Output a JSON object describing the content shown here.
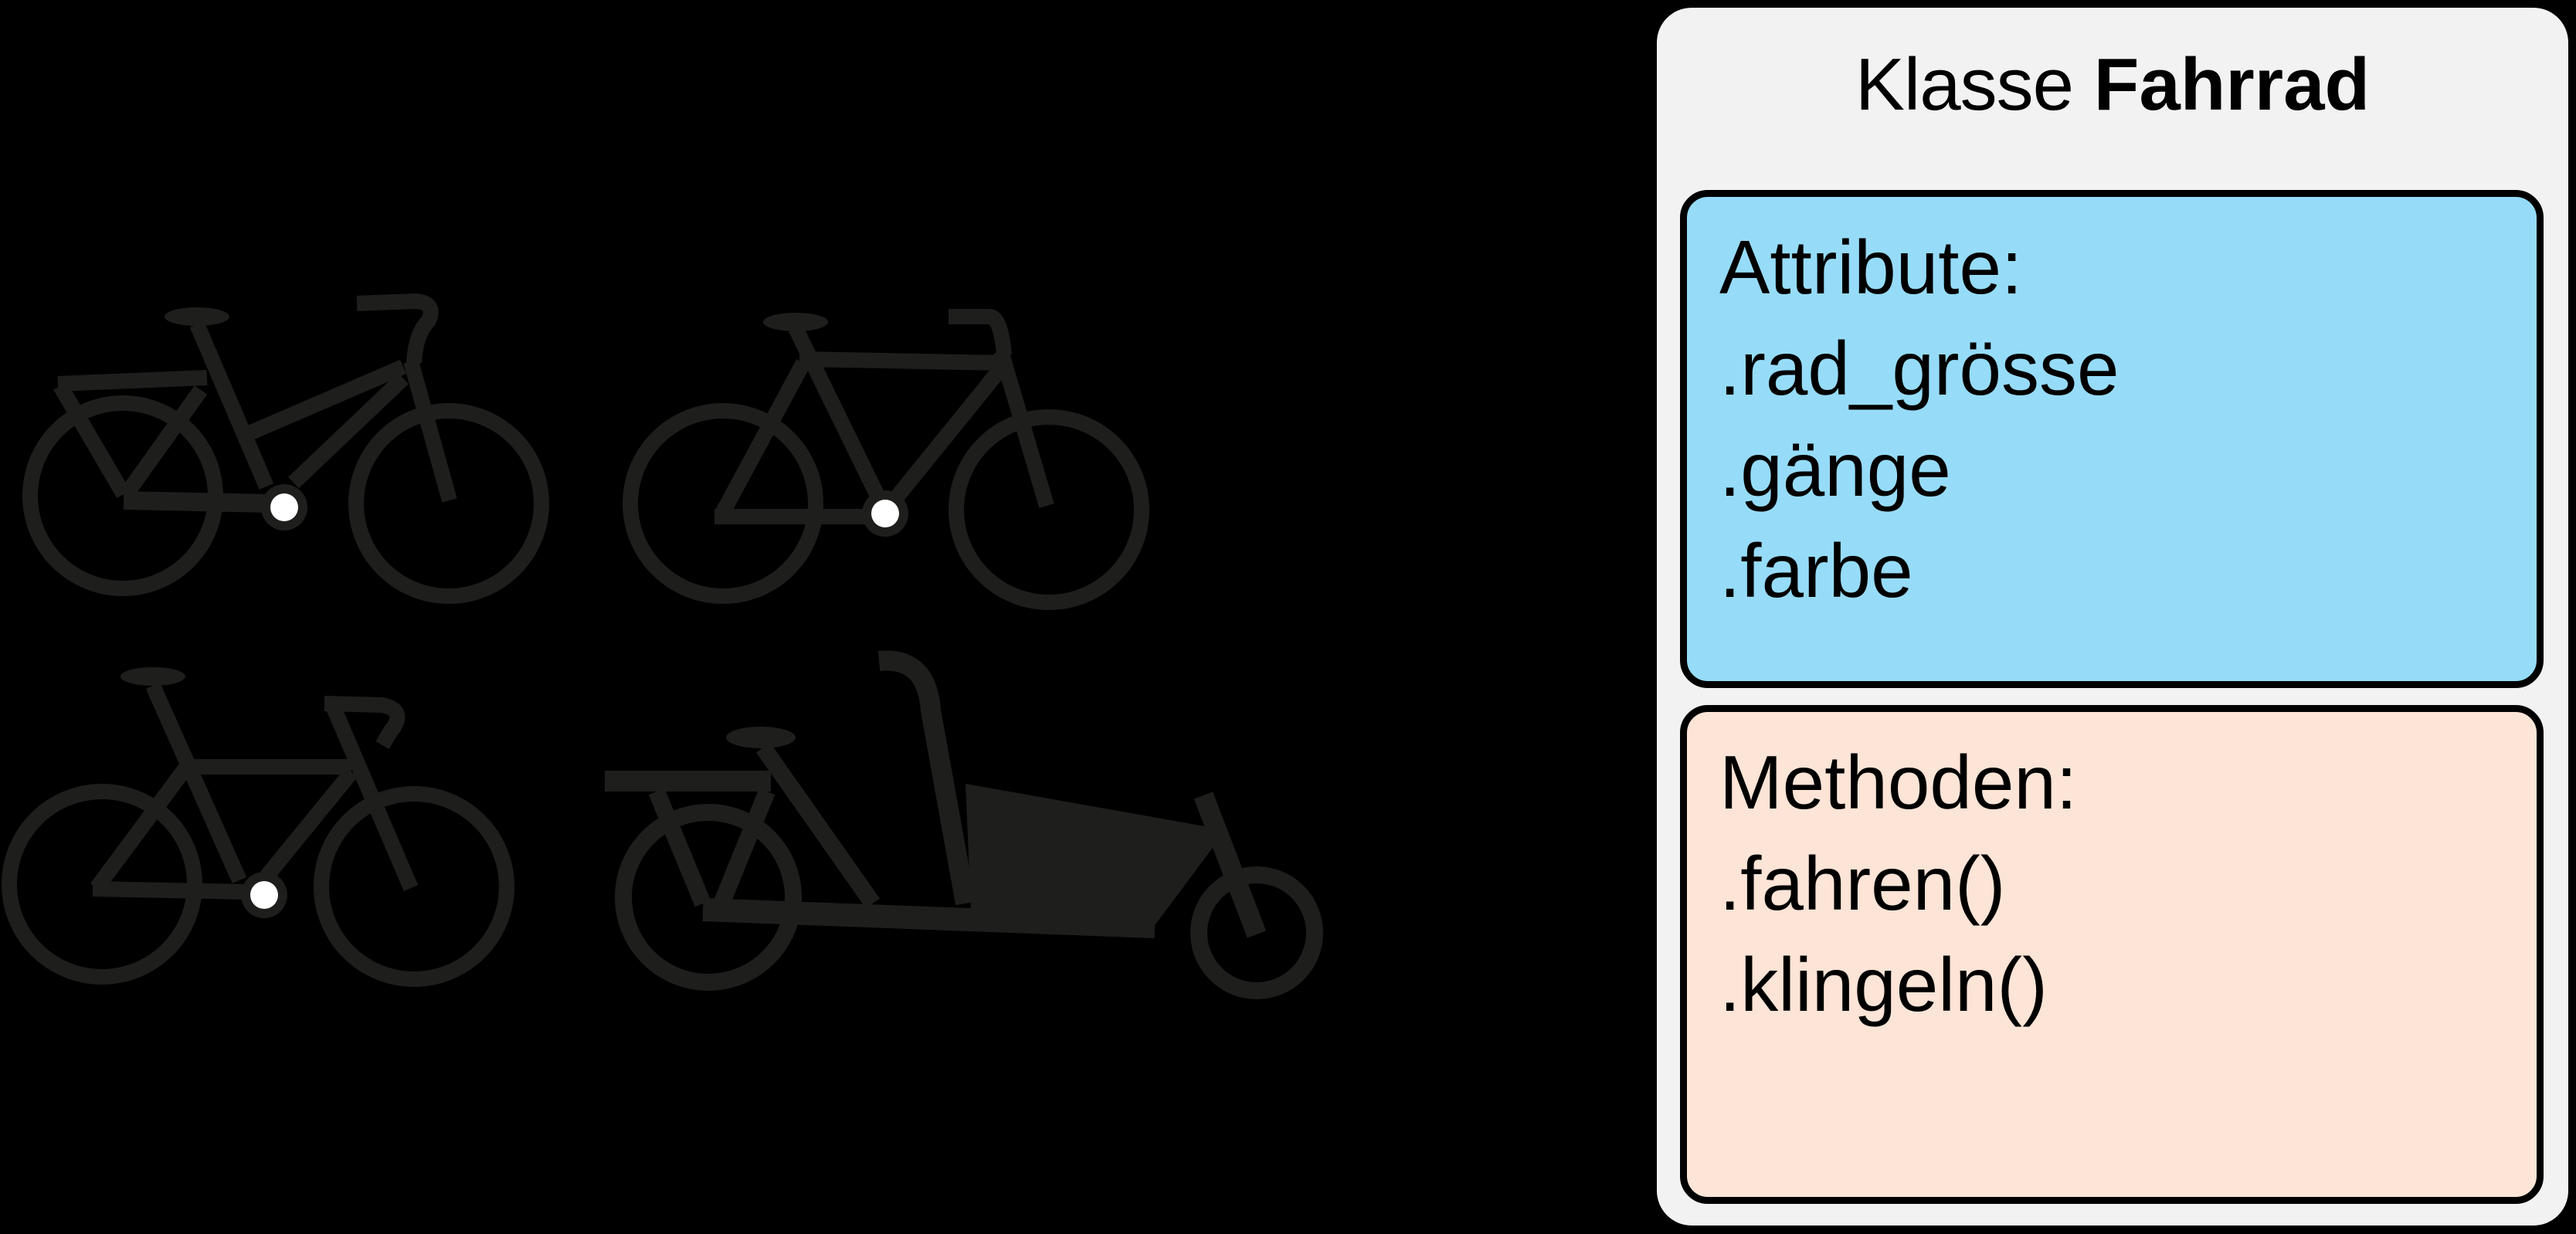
{
  "diagram": {
    "title_prefix": "Klasse",
    "title_class_name": "Fahrrad",
    "sections": {
      "attributes": {
        "heading": "Attribute:",
        "items": [
          ".rad_grösse",
          ".gänge",
          ".farbe"
        ],
        "background": "#96DCF8"
      },
      "methods": {
        "heading": "Methoden:",
        "items": [
          ".fahren()",
          ".klingeln()"
        ],
        "background": "#FCE4D6"
      }
    },
    "card_background": "#F2F2F2",
    "border_color": "#000000"
  },
  "illustrations": {
    "bicycles": [
      {
        "type": "city-bike-step-through",
        "icon": "city-bike-icon"
      },
      {
        "type": "trekking-bike",
        "icon": "trekking-bike-icon"
      },
      {
        "type": "road-bike",
        "icon": "road-bike-icon"
      },
      {
        "type": "cargo-bike",
        "icon": "cargo-bike-icon"
      }
    ],
    "stroke_color": "#1E1E1C",
    "crank_dot_color": "#FFFFFF"
  },
  "canvas": {
    "background": "#000000"
  }
}
